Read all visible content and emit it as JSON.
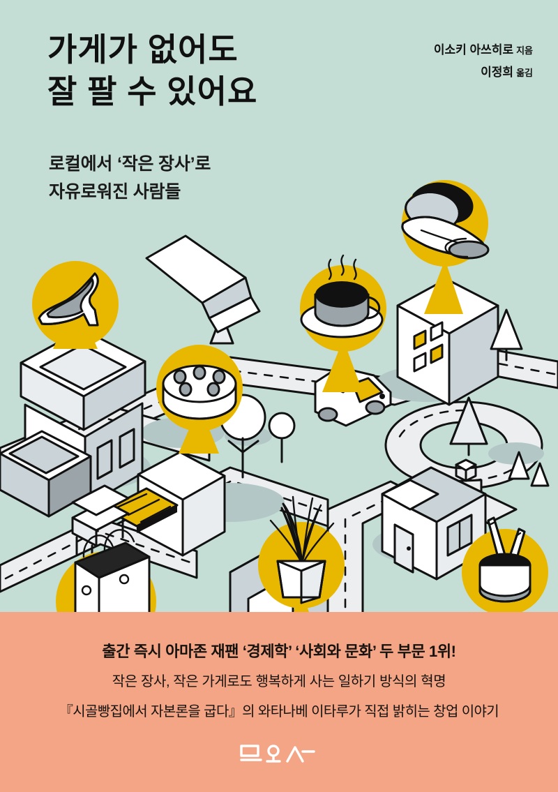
{
  "book": {
    "title": "가게가 없어도\n잘 팔 수 있어요",
    "subtitle": "로컬에서 ‘작은 장사’로\n자유로워진 사람들",
    "author_name": "이소키 아쓰히로",
    "author_role": "지음",
    "translator_name": "이정희",
    "translator_role": "옮김",
    "band": {
      "line1": "출간 즉시 아마존 재팬 ‘경제학’ ‘사회와 문화’ 두 부문 1위!",
      "line2": "작은 장사, 작은 가게로도 행복하게 사는 일하기 방식의 혁명",
      "line3": "『시골빵집에서 자본론을 굽다』의 와타나베 이타루가 직접 밝히는 창업 이야기"
    },
    "publisher": "모요사"
  },
  "colors": {
    "background": "#c4ded6",
    "band": "#f4a585",
    "accent_yellow": "#e8b800",
    "ink": "#101010",
    "paper": "#ffffff",
    "shadow": "#b7cbc9",
    "grey_fill": "#d8dde0",
    "roof_grey": "#b9c6cd"
  },
  "illustration": {
    "description": "아이소메트릭 마을 지도 일러스트레이션",
    "pins": [
      {
        "name": "shoe-pin",
        "icon": "high-heel-shoe-icon",
        "label": "구두"
      },
      {
        "name": "cake-pin",
        "icon": "cake-icon",
        "label": "케이크"
      },
      {
        "name": "coffee-pin",
        "icon": "coffee-cup-icon",
        "label": "커피"
      },
      {
        "name": "hand-pin",
        "icon": "massage-hands-icon",
        "label": "손"
      },
      {
        "name": "plant-pin",
        "icon": "potted-plant-icon",
        "label": "화분"
      },
      {
        "name": "pencil-pin",
        "icon": "pencil-cup-icon",
        "label": "연필"
      }
    ],
    "scene_items": [
      "shop-building",
      "office-building",
      "house",
      "car",
      "trees",
      "roads",
      "shopping-bag",
      "awning-shop",
      "roundabout"
    ]
  }
}
